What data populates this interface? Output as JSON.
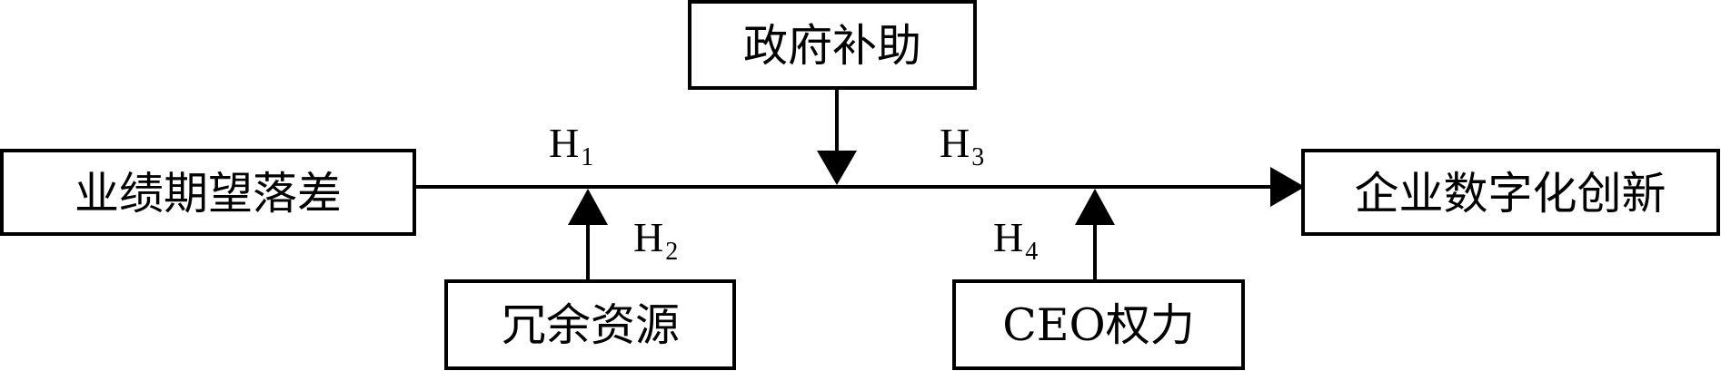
{
  "diagram": {
    "nodes": {
      "independent": "业绩期望落差",
      "dependent": "企业数字化创新",
      "moderator_top": "政府补助",
      "moderator_left": "冗余资源",
      "moderator_right": "CEO权力"
    },
    "hypotheses": {
      "h1": {
        "letter": "H",
        "number": "1"
      },
      "h2": {
        "letter": "H",
        "number": "2"
      },
      "h3": {
        "letter": "H",
        "number": "3"
      },
      "h4": {
        "letter": "H",
        "number": "4"
      }
    }
  }
}
